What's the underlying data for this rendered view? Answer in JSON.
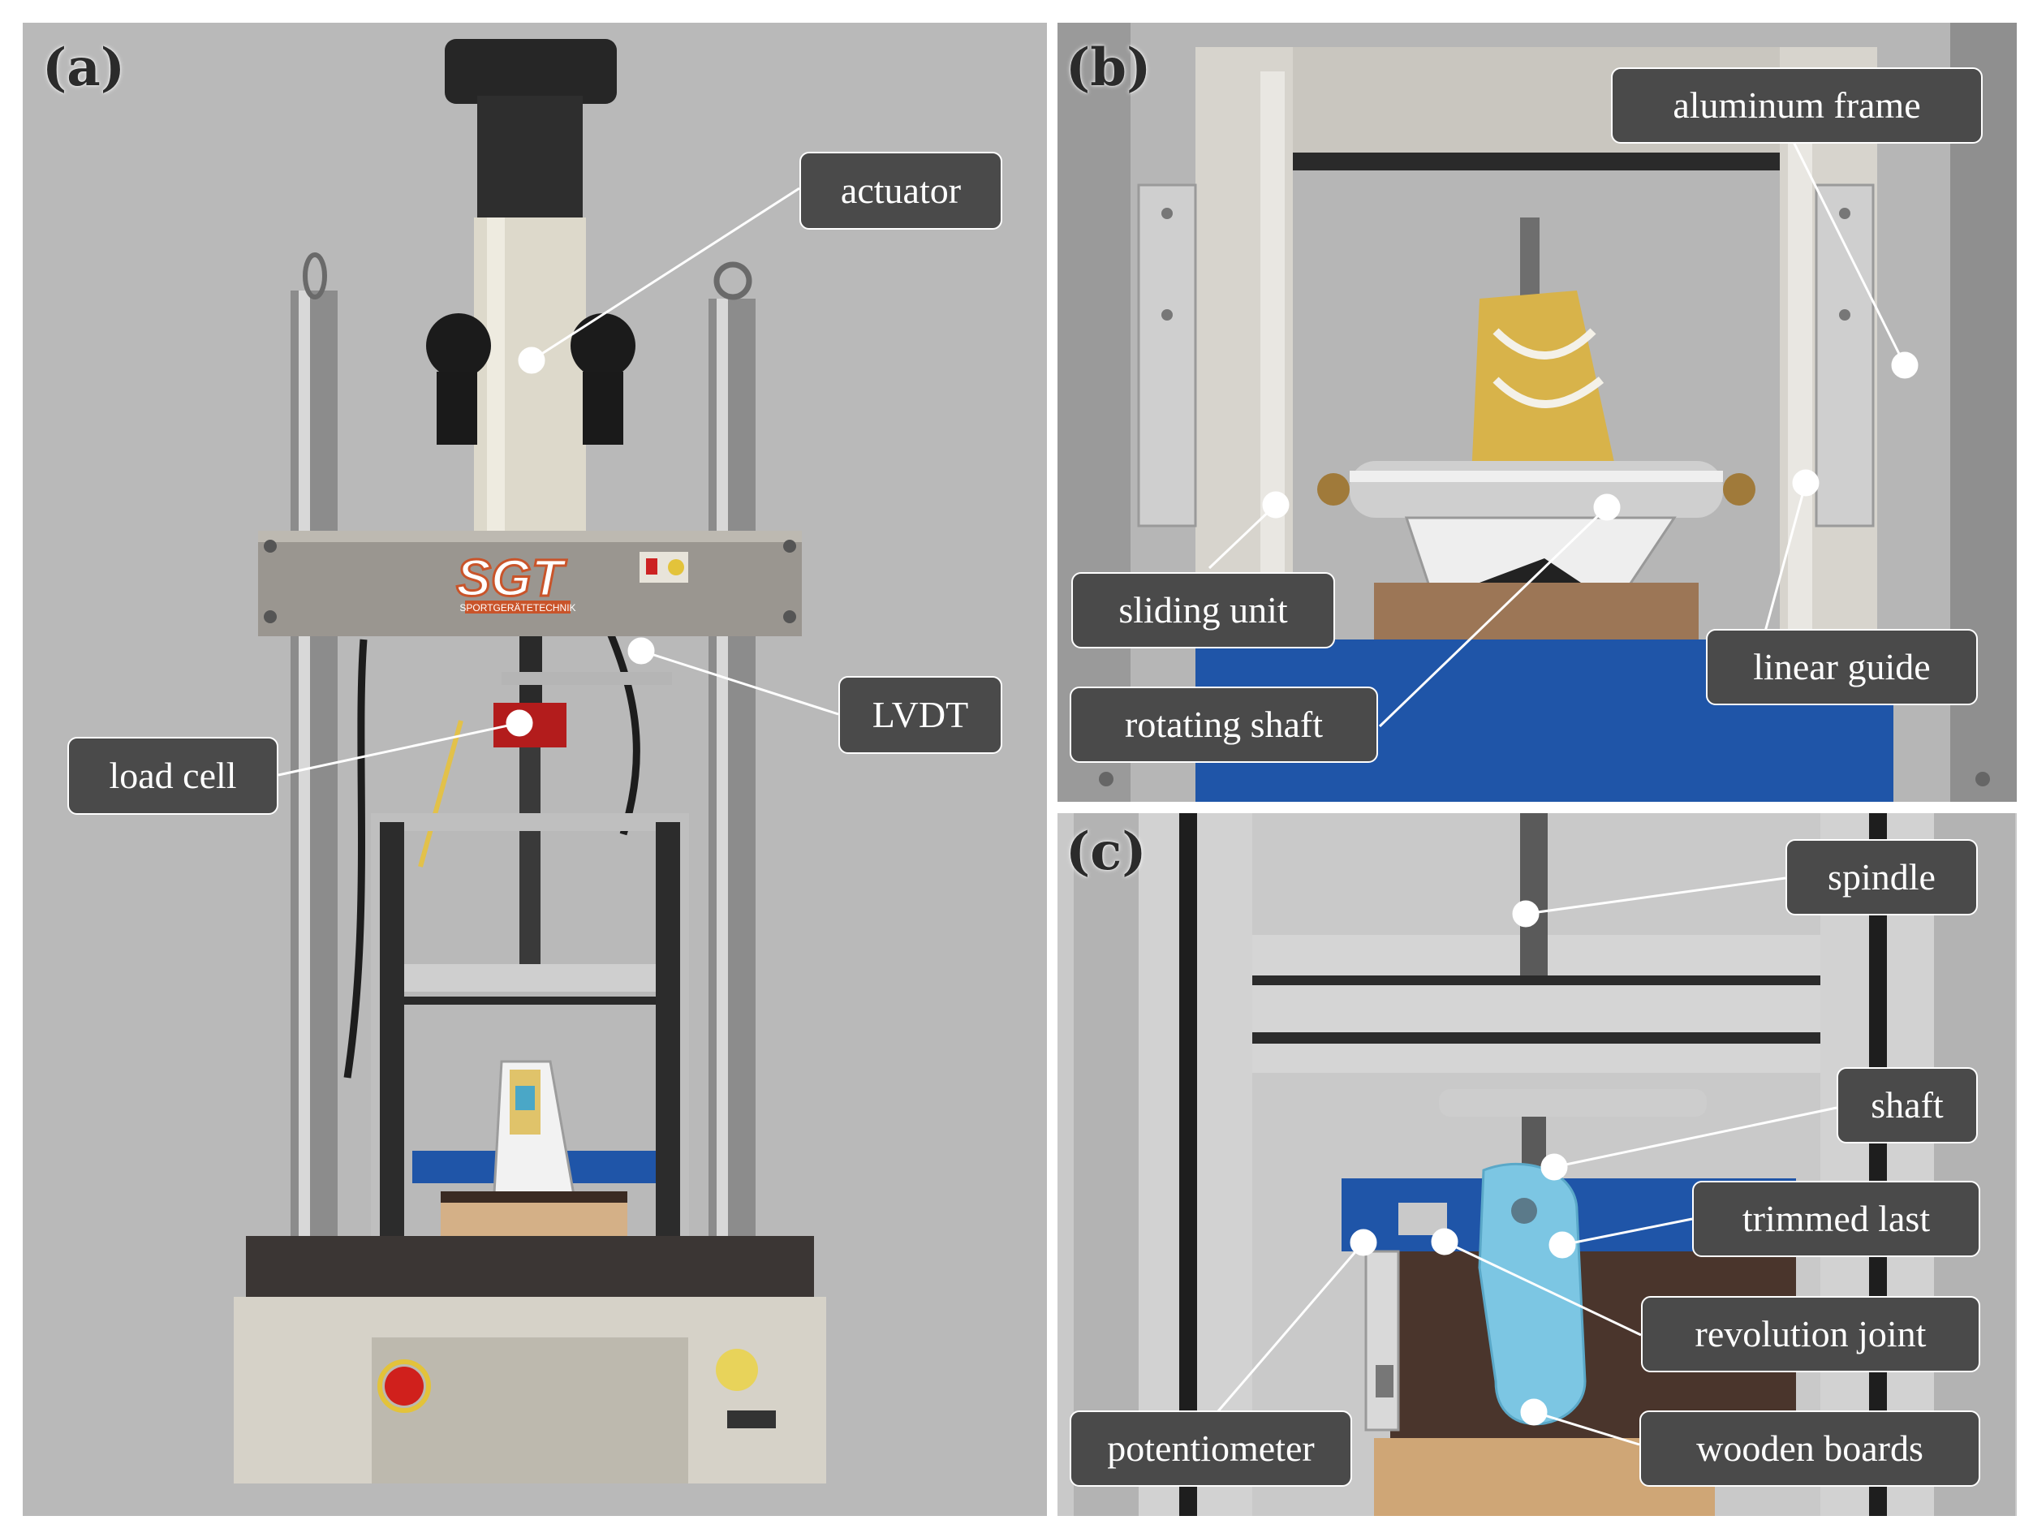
{
  "panels": {
    "a": {
      "letter": "(a)"
    },
    "b": {
      "letter": "(b)"
    },
    "c": {
      "letter": "(c)"
    }
  },
  "labels": {
    "actuator": "actuator",
    "lvdt": "LVDT",
    "load_cell": "load cell",
    "aluminum_frame": "aluminum frame",
    "sliding_unit": "sliding unit",
    "linear_guide": "linear guide",
    "rotating_shaft": "rotating shaft",
    "spindle": "spindle",
    "shaft": "shaft",
    "trimmed_last": "trimmed last",
    "revolution_joint": "revolution joint",
    "potentiometer": "potentiometer",
    "wooden_boards": "wooden boards"
  },
  "machine": {
    "brand_logo": "SGT",
    "brand_subtitle": "SPORTGERÄTETECHNIK"
  },
  "colors": {
    "label_fill": "#4a4a4a",
    "label_border": "#ffffff",
    "pad_blue": "#1f55a8",
    "last_blue": "#7cc6e3",
    "emergency_red": "#d0201c"
  }
}
